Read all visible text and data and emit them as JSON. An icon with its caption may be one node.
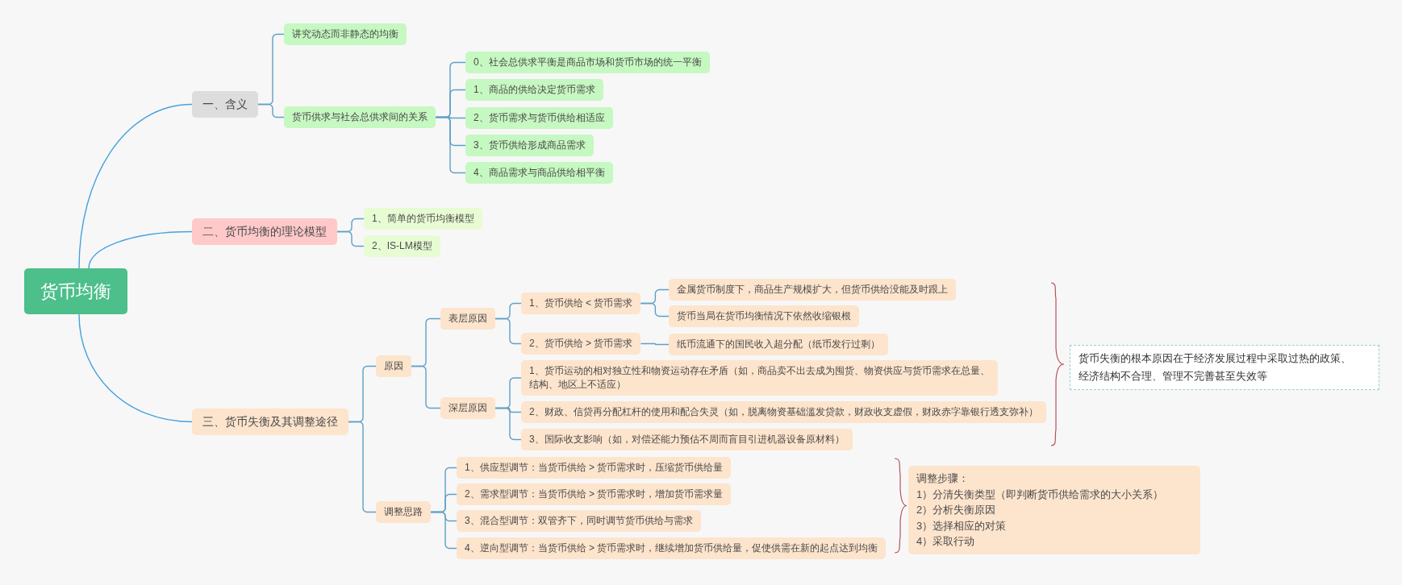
{
  "diagram": {
    "nodes": [
      {
        "text": [
          "货币均衡"
        ]
      },
      {
        "text": [
          "一、含义"
        ]
      },
      {
        "text": [
          "讲究动态而非静态的均衡"
        ]
      },
      {
        "text": [
          "货币供求与社会总供求间的关系"
        ]
      },
      {
        "text": [
          "0、社会总供求平衡是商品市场和货币市场的统一平衡"
        ]
      },
      {
        "text": [
          "1、商品的供给决定货币需求"
        ]
      },
      {
        "text": [
          "2、货币需求与货币供给相适应"
        ]
      },
      {
        "text": [
          "3、货币供给形成商品需求"
        ]
      },
      {
        "text": [
          "4、商品需求与商品供给相平衡"
        ]
      },
      {
        "text": [
          "二、货币均衡的理论模型"
        ]
      },
      {
        "text": [
          "1、简单的货币均衡模型"
        ]
      },
      {
        "text": [
          "2、IS-LM模型"
        ]
      },
      {
        "text": [
          "三、货币失衡及其调整途径"
        ]
      },
      {
        "text": [
          "原因"
        ]
      },
      {
        "text": [
          "表层原因"
        ]
      },
      {
        "text": [
          "1、货币供给 < 货币需求"
        ]
      },
      {
        "text": [
          "金属货币制度下，商品生产规模扩大，但货币供给没能及时跟上"
        ]
      },
      {
        "text": [
          "货币当局在货币均衡情况下依然收缩银根"
        ]
      },
      {
        "text": [
          "2、货币供给 > 货币需求"
        ]
      },
      {
        "text": [
          "纸币流通下的国民收入超分配（纸币发行过剩）"
        ]
      },
      {
        "text": [
          "深层原因"
        ]
      },
      {
        "text": [
          "1、货币运动的相对独立性和物资运动存在矛盾（如，商品卖不出去成为囤货、物资供应与货币需求在总量、结构、地区上不适应）"
        ]
      },
      {
        "text": [
          "2、财政、信贷再分配杠杆的使用和配合失灵（如，脱离物资基础滥发贷款，财政收支虚假，财政赤字靠银行透支弥补）"
        ]
      },
      {
        "text": [
          "3、国际收支影响（如，对偿还能力预估不周而盲目引进机器设备原材料）"
        ]
      },
      {
        "text": [
          "调整思路"
        ]
      },
      {
        "text": [
          "1、供应型调节：当货币供给 > 货币需求时，压缩货币供给量"
        ]
      },
      {
        "text": [
          "2、需求型调节：当货币供给 > 货币需求时，增加货币需求量"
        ]
      },
      {
        "text": [
          "3、混合型调节：双管齐下，同时调节货币供给与需求"
        ]
      },
      {
        "text": [
          "4、逆向型调节：当货币供给 > 货币需求时，继续增加货币供给量，促使供需在新的起点达到均衡"
        ]
      },
      {
        "text": [
          "货币失衡的根本原因在于经济发展过程中采取过热的政策、经济结构不合理、管理不完善甚至失效等"
        ]
      },
      {
        "text": [
          "调整步骤：",
          "1）分清失衡类型（即判断货币供给需求的大小关系）",
          "2）分析失衡原因",
          "3）选择相应的对策",
          "4）采取行动"
        ]
      }
    ],
    "edges": [
      {
        "from": 0,
        "to": 1,
        "arrow": "none",
        "color": "#45a2de"
      },
      {
        "from": 0,
        "to": 9,
        "arrow": "none",
        "color": "#45a2de"
      },
      {
        "from": 0,
        "to": 12,
        "arrow": "none",
        "color": "#45a2de"
      },
      {
        "from": 1,
        "to": 2,
        "arrow": "none"
      },
      {
        "from": 1,
        "to": 3,
        "arrow": "none"
      },
      {
        "from": 3,
        "to": 4,
        "arrow": "none"
      },
      {
        "from": 3,
        "to": 5,
        "arrow": "none"
      },
      {
        "from": 3,
        "to": 6,
        "arrow": "none"
      },
      {
        "from": 3,
        "to": 7,
        "arrow": "none"
      },
      {
        "from": 3,
        "to": 8,
        "arrow": "none"
      },
      {
        "from": 9,
        "to": 10,
        "arrow": "none"
      },
      {
        "from": 9,
        "to": 11,
        "arrow": "none"
      },
      {
        "from": 12,
        "to": 13,
        "arrow": "none"
      },
      {
        "from": 12,
        "to": 24,
        "arrow": "none"
      },
      {
        "from": 13,
        "to": 14,
        "arrow": "none"
      },
      {
        "from": 13,
        "to": 20,
        "arrow": "none"
      },
      {
        "from": 14,
        "to": 15,
        "arrow": "none"
      },
      {
        "from": 14,
        "to": 18,
        "arrow": "none"
      },
      {
        "from": 15,
        "to": 16,
        "arrow": "none"
      },
      {
        "from": 15,
        "to": 17,
        "arrow": "none"
      },
      {
        "from": 18,
        "to": 19,
        "arrow": "none"
      },
      {
        "from": 20,
        "to": 21,
        "arrow": "none"
      },
      {
        "from": 20,
        "to": 22,
        "arrow": "none"
      },
      {
        "from": 20,
        "to": 23,
        "arrow": "none"
      },
      {
        "from": 24,
        "to": 25,
        "arrow": "none"
      },
      {
        "from": 24,
        "to": 26,
        "arrow": "none"
      },
      {
        "from": 24,
        "to": 27,
        "arrow": "none"
      },
      {
        "from": 24,
        "to": 28,
        "arrow": "none"
      }
    ]
  }
}
